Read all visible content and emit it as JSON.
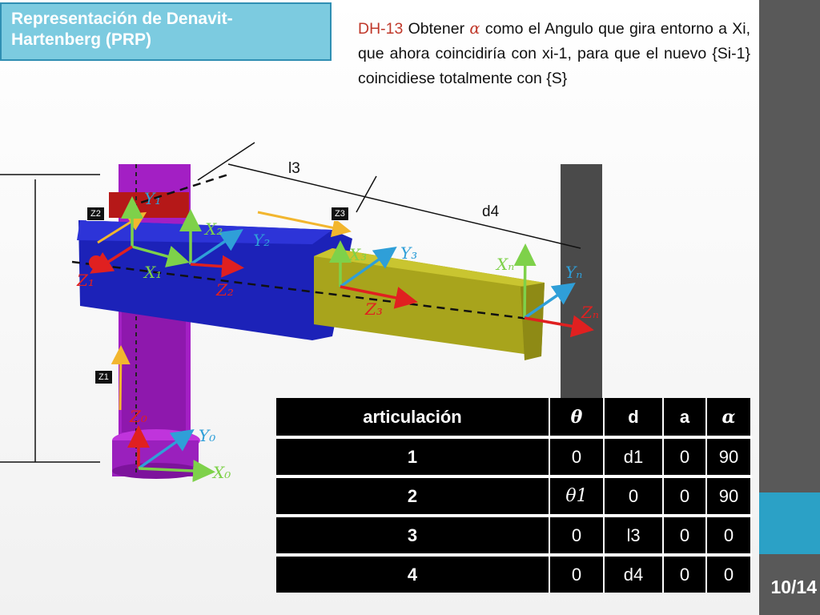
{
  "slide": {
    "title_line1": "Representación de Denavit-",
    "title_line2": "Hartenberg (PRP)",
    "page_number": "10/14"
  },
  "description": {
    "code": "DH-13",
    "text_before_alpha": " Obtener ",
    "alpha_symbol": "α",
    "text_after_alpha": " como el Angulo que gira entorno a Xi, que ahora coincidiría con xi-1, para que el nuevo {Si-1} coincidiese totalmente con {S}"
  },
  "diagram": {
    "labels": {
      "l3": "l3",
      "d4": "d4",
      "z1_box": "Z1",
      "z2_box": "Z2",
      "z3_box": "Z3"
    },
    "axes": {
      "y0": "Y₀",
      "z0": "Z₀",
      "x0": "X₀",
      "y1": "Y₁",
      "x1": "X₁",
      "z1": "Z₁",
      "x2": "X₂",
      "y2": "Y₂",
      "z2": "Z₂",
      "x3": "X₃",
      "y3": "Y₃",
      "z3": "Z₃",
      "xn": "Xₙ",
      "yn": "Yₙ",
      "zn": "Zₙ"
    },
    "colors": {
      "base": "#a31fc4",
      "link2": "#1c22b8",
      "link3": "#a8a41c",
      "wall": "#4a4a4a",
      "x_axis": "#7ed14a",
      "y_axis": "#2f9fd8",
      "z_axis": "#e02020",
      "motion_arrow": "#f2b62e"
    }
  },
  "table": {
    "headers": [
      "articulación",
      "θ",
      "d",
      "a",
      "α"
    ],
    "rows": [
      [
        "1",
        "0",
        "d1",
        "0",
        "90"
      ],
      [
        "2",
        "θ1",
        "0",
        "0",
        "90"
      ],
      [
        "3",
        "0",
        "l3",
        "0",
        "0"
      ],
      [
        "4",
        "0",
        "d4",
        "0",
        "0"
      ]
    ]
  }
}
